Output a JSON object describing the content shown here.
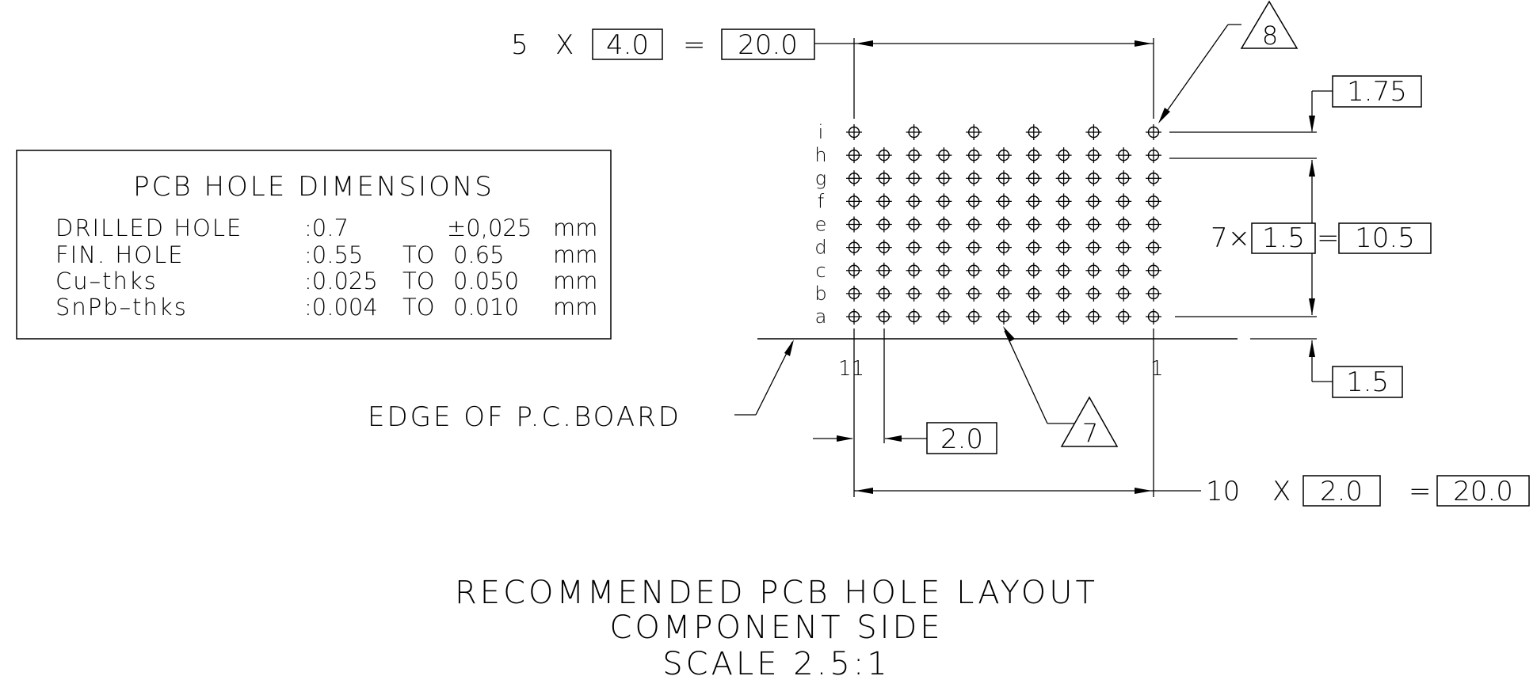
{
  "title_block": {
    "line1": "RECOMMENDED PCB HOLE LAYOUT",
    "line2": "COMPONENT SIDE",
    "line3": "SCALE 2.5:1"
  },
  "dimensions_table": {
    "heading": "PCB HOLE DIMENSIONS",
    "rows": [
      {
        "label": "DRILLED HOLE",
        "value1": ":0.7",
        "to": "",
        "value2": "±0,025",
        "unit": "mm"
      },
      {
        "label": "FIN. HOLE",
        "value1": ":0.55",
        "to": "TO",
        "value2": "0.65",
        "unit": "mm"
      },
      {
        "label": "Cu–thks",
        "value1": ":0.025",
        "to": "TO",
        "value2": "0.050",
        "unit": "mm"
      },
      {
        "label": "SnPb–thks",
        "value1": ":0.004",
        "to": "TO",
        "value2": "0.010",
        "unit": "mm"
      }
    ]
  },
  "top_dimension": {
    "count": "5",
    "times": "X",
    "pitch": "4.0",
    "equals": "=",
    "total": "20.0"
  },
  "bottom_dimension": {
    "count": "10",
    "times": "X",
    "pitch": "2.0",
    "equals": "=",
    "total": "20.0"
  },
  "vertical_dimension": {
    "count": "7×",
    "pitch": "1.5",
    "equals": "=",
    "total": "10.5"
  },
  "offset_top": "1.75",
  "offset_bottom": "1.5",
  "col_pitch": "2.0",
  "edge_label": "EDGE OF P.C.BOARD",
  "callout_top": "8",
  "callout_bottom": "7",
  "row_labels": [
    "i",
    "h",
    "g",
    "f",
    "e",
    "d",
    "c",
    "b",
    "a"
  ],
  "column_labels": {
    "left": "11",
    "right": "1"
  },
  "grid": {
    "columns": 11,
    "rows": [
      {
        "row": "i",
        "columns_present": [
          1,
          3,
          5,
          7,
          9,
          11
        ]
      },
      {
        "row": "h",
        "columns_present": [
          1,
          2,
          3,
          4,
          5,
          6,
          7,
          8,
          9,
          10,
          11
        ]
      },
      {
        "row": "g",
        "columns_present": [
          1,
          2,
          3,
          4,
          5,
          6,
          7,
          8,
          9,
          10,
          11
        ]
      },
      {
        "row": "f",
        "columns_present": [
          1,
          2,
          3,
          4,
          5,
          6,
          7,
          8,
          9,
          10,
          11
        ]
      },
      {
        "row": "e",
        "columns_present": [
          1,
          2,
          3,
          4,
          5,
          6,
          7,
          8,
          9,
          10,
          11
        ]
      },
      {
        "row": "d",
        "columns_present": [
          1,
          2,
          3,
          4,
          5,
          6,
          7,
          8,
          9,
          10,
          11
        ]
      },
      {
        "row": "c",
        "columns_present": [
          1,
          2,
          3,
          4,
          5,
          6,
          7,
          8,
          9,
          10,
          11
        ]
      },
      {
        "row": "b",
        "columns_present": [
          1,
          2,
          3,
          4,
          5,
          6,
          7,
          8,
          9,
          10,
          11
        ]
      },
      {
        "row": "a",
        "columns_present": [
          1,
          2,
          3,
          4,
          5,
          6,
          7,
          8,
          9,
          10,
          11
        ]
      }
    ]
  }
}
